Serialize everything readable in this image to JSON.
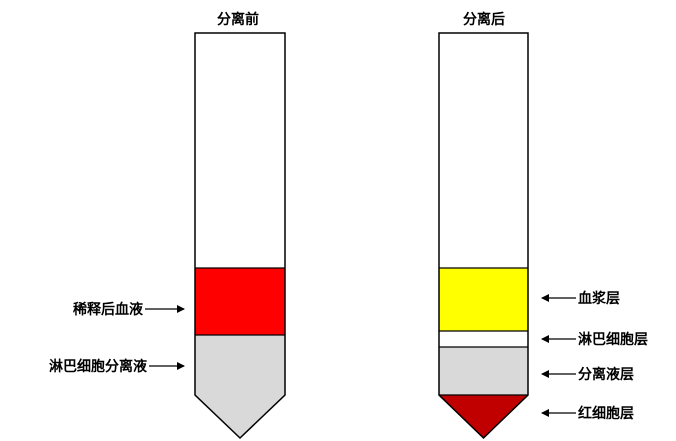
{
  "left_tube": {
    "title": "分离前",
    "labels": {
      "diluted_blood": "稀释后血液",
      "separation_medium": "淋巴细胞分离液"
    },
    "colors": {
      "diluted_blood": "#ff0000",
      "separation_medium": "#d9d9d9"
    }
  },
  "right_tube": {
    "title": "分离后",
    "labels": {
      "plasma": "血浆层",
      "lymphocyte": "淋巴细胞层",
      "separation_medium": "分离液层",
      "red_cell": "红细胞层"
    },
    "colors": {
      "plasma": "#ffff00",
      "lymphocyte": "#ffffff",
      "separation_medium": "#d9d9d9",
      "red_cell": "#c00000"
    }
  }
}
